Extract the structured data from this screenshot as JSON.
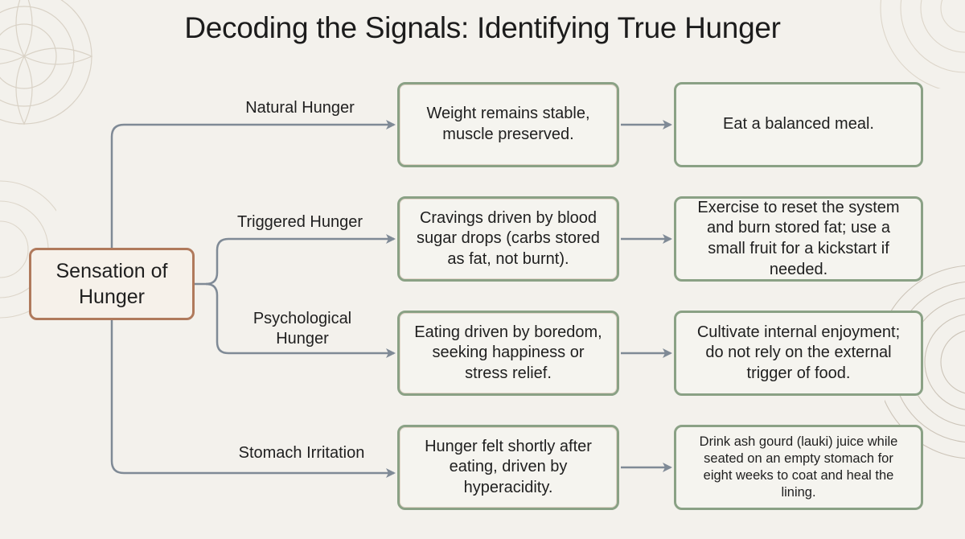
{
  "title": "Decoding the Signals: Identifying True Hunger",
  "root": {
    "label": "Sensation of Hunger"
  },
  "branches": [
    {
      "label": "Natural Hunger",
      "description": "Weight remains stable, muscle preserved.",
      "action": "Eat a balanced meal."
    },
    {
      "label": "Triggered Hunger",
      "description": "Cravings driven by blood sugar drops (carbs stored as fat, not burnt).",
      "action": "Exercise to reset the system and burn stored fat; use a small fruit for a kickstart if needed."
    },
    {
      "label": "Psychological Hunger",
      "description": "Eating driven by boredom, seeking happiness or stress relief.",
      "action": "Cultivate internal enjoyment; do not rely on the external trigger of food."
    },
    {
      "label": "Stomach Irritation",
      "description": "Hunger felt shortly after eating, driven by hyperacidity.",
      "action": "Drink ash gourd (lauki) juice while seated on an empty stomach for eight weeks to coat and heal the lining."
    }
  ],
  "colors": {
    "root_border": "#b07a5c",
    "box_border": "#8aa185",
    "connector": "#7f8a96",
    "background": "#f3f1ec"
  }
}
